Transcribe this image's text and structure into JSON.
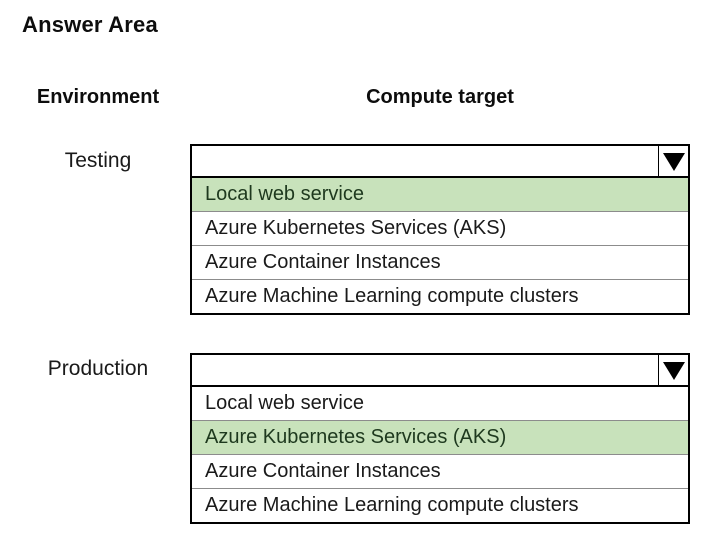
{
  "title": "Answer Area",
  "columns": {
    "environment": "Environment",
    "compute_target": "Compute target"
  },
  "colors": {
    "highlight_bg": "#c8e2bb",
    "highlight_text": "#1e391e",
    "box_border": "#000000",
    "row_separator": "#8c8c8c"
  },
  "icons": {
    "dropdown_arrow": "filled-down-triangle"
  },
  "dropdowns": [
    {
      "environment": "Testing",
      "selected_value": "",
      "options": [
        {
          "label": "Local web service",
          "highlighted": true
        },
        {
          "label": "Azure Kubernetes Services (AKS)",
          "highlighted": false
        },
        {
          "label": "Azure Container Instances",
          "highlighted": false
        },
        {
          "label": "Azure Machine Learning compute clusters",
          "highlighted": false
        }
      ]
    },
    {
      "environment": "Production",
      "selected_value": "",
      "options": [
        {
          "label": "Local web service",
          "highlighted": false
        },
        {
          "label": "Azure Kubernetes Services (AKS)",
          "highlighted": true
        },
        {
          "label": "Azure Container Instances",
          "highlighted": false
        },
        {
          "label": "Azure Machine Learning compute clusters",
          "highlighted": false
        }
      ]
    }
  ]
}
